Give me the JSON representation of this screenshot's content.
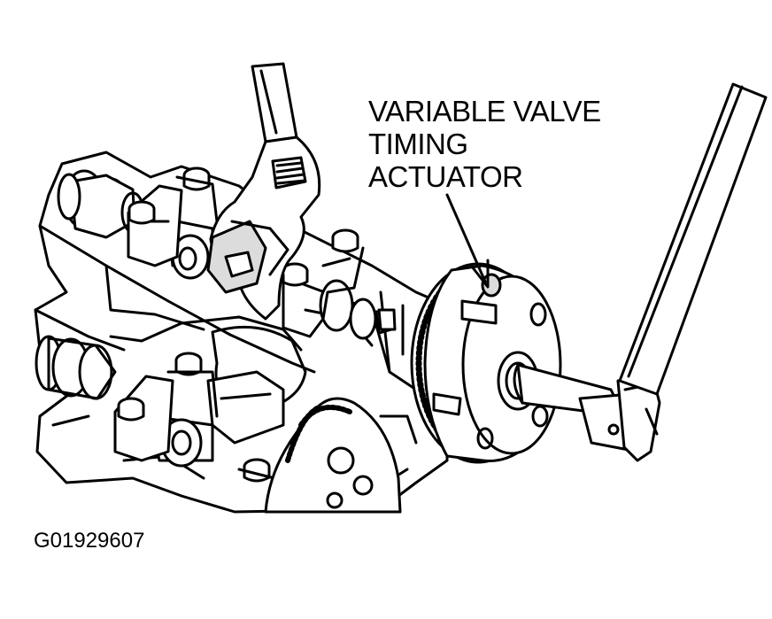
{
  "callout": {
    "lines": [
      "VARIABLE VALVE",
      "TIMING",
      "ACTUATOR"
    ]
  },
  "figure_code": "G01929607",
  "colors": {
    "ink": "#000000",
    "paper": "#ffffff",
    "shade": "#dcdcdc"
  }
}
